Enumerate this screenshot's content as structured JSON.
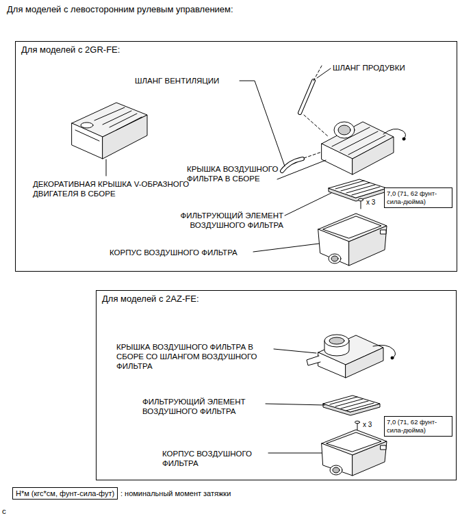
{
  "diagram": {
    "title": "Для моделей с левосторонним рулевым управлением:",
    "nodes": [
      {
        "text": [
          "Для моделей с 2GR-FE:"
        ]
      },
      {
        "text": [
          "7,0 (71, 62 фунт-сила-дюйма)"
        ],
        "in": 0
      },
      {
        "text": [
          "Для моделей с 2AZ-FE:"
        ]
      },
      {
        "text": [
          "7,0 (71, 62 фунт-сила-дюйма)"
        ],
        "in": 2
      },
      {
        "text": [
          "Н*м (кгс*см, фунт-сила-фут)"
        ]
      }
    ],
    "labels": [
      "ШЛАНГ ПРОДУВКИ",
      "ШЛАНГ ВЕНТИЛЯЦИИ",
      "КРЫШКА ВОЗДУШНОГО ФИЛЬТРА В СБОРЕ",
      "ДЕКОРАТИВНАЯ КРЫШКА V-ОБРАЗНОГО ДВИГАТЕЛЯ В СБОРЕ",
      "x 3",
      "ФИЛЬТРУЮЩИЙ ЭЛЕМЕНТ ВОЗДУШНОГО ФИЛЬТРА",
      "КОРПУС ВОЗДУШНОГО ФИЛЬТРА",
      "КРЫШКА ВОЗДУШНОГО ФИЛЬТРА В СБОРЕ СО ШЛАНГОМ ВОЗДУШНОГО ФИЛЬТРА",
      "ФИЛЬТРУЮЩИЙ ЭЛЕМЕНТ ВОЗДУШНОГО ФИЛЬТРА",
      "x 3",
      "КОРПУС ВОЗДУШНОГО ФИЛЬТРА",
      ": номинальный момент затяжки",
      "c"
    ]
  }
}
